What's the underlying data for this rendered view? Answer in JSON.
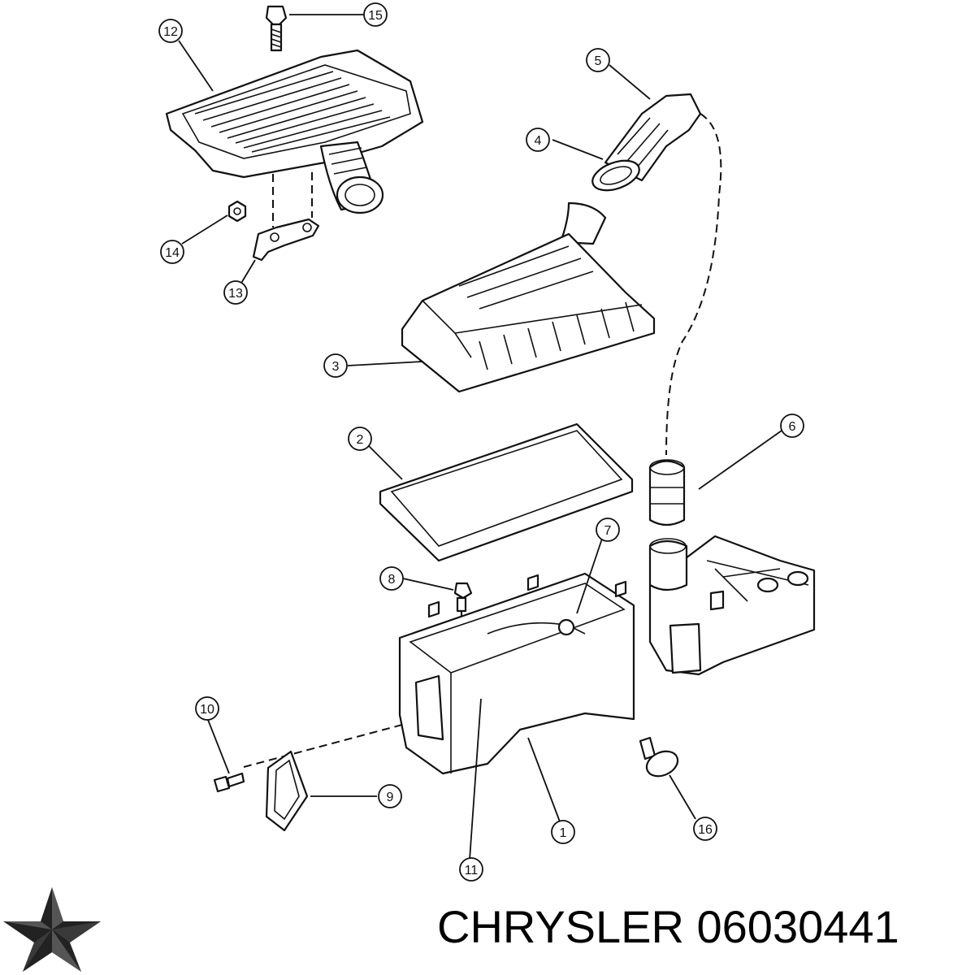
{
  "caption": {
    "brand": "CHRYSLER",
    "part_number": "06030441"
  },
  "logo": {
    "icon": "pentastar-logo"
  },
  "callouts": [
    {
      "id": "c1",
      "label": "1"
    },
    {
      "id": "c2",
      "label": "2"
    },
    {
      "id": "c3",
      "label": "3"
    },
    {
      "id": "c4",
      "label": "4"
    },
    {
      "id": "c5",
      "label": "5"
    },
    {
      "id": "c6",
      "label": "6"
    },
    {
      "id": "c7",
      "label": "7"
    },
    {
      "id": "c8",
      "label": "8"
    },
    {
      "id": "c9",
      "label": "9"
    },
    {
      "id": "c10",
      "label": "10"
    },
    {
      "id": "c11",
      "label": "11"
    },
    {
      "id": "c12",
      "label": "12"
    },
    {
      "id": "c13",
      "label": "13"
    },
    {
      "id": "c14",
      "label": "14"
    },
    {
      "id": "c15",
      "label": "15"
    },
    {
      "id": "c16",
      "label": "16"
    }
  ]
}
